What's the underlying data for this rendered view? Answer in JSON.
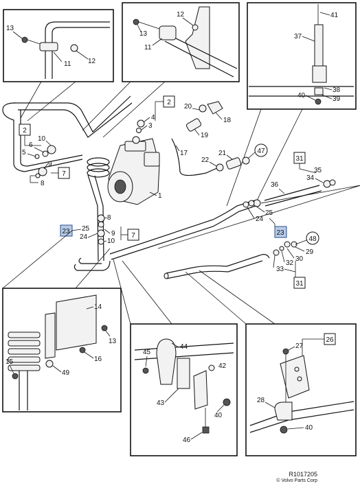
{
  "callouts": {
    "top_left_inset": [
      "13",
      "11",
      "12"
    ],
    "top_mid_inset": [
      "12",
      "13",
      "11"
    ],
    "top_right_inset": [
      "41",
      "37",
      "40",
      "38",
      "39"
    ],
    "main": [
      "2",
      "20",
      "18",
      "4",
      "3",
      "19",
      "2",
      "10",
      "6",
      "5",
      "17",
      "21",
      "47",
      "22",
      "9",
      "8",
      "7",
      "31",
      "35",
      "34",
      "36",
      "1",
      "25",
      "24",
      "23",
      "8",
      "25",
      "9",
      "24",
      "10",
      "7",
      "23",
      "48",
      "29",
      "30",
      "32",
      "33",
      "31"
    ],
    "bottom_left_inset": [
      "14",
      "13",
      "16",
      "15",
      "49"
    ],
    "bottom_mid_inset": [
      "44",
      "45",
      "42",
      "43",
      "40",
      "46"
    ],
    "bottom_right_inset": [
      "26",
      "27",
      "28",
      "40"
    ]
  },
  "footer": {
    "ref": "R1017205",
    "copyright": "© Volvo Parts Corp"
  }
}
